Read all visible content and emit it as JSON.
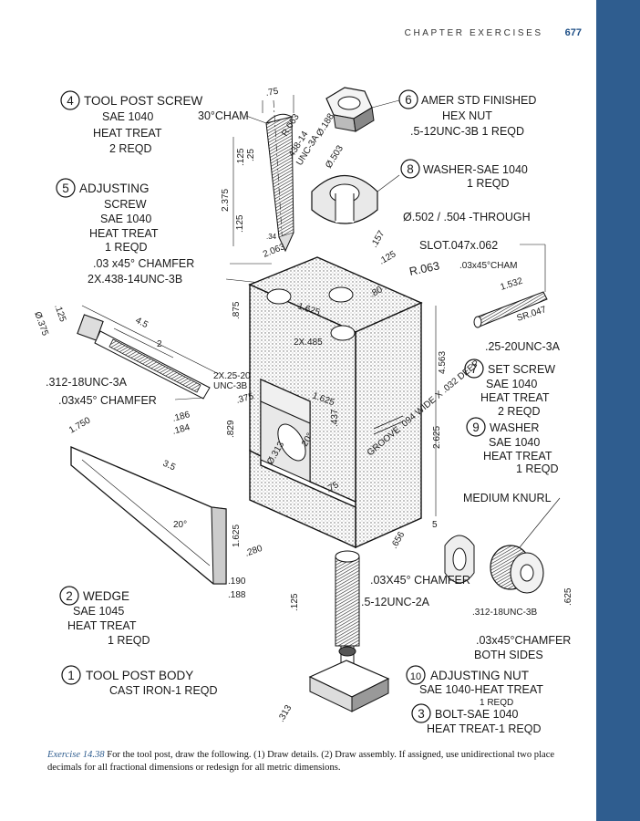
{
  "header": {
    "chapter_label": "CHAPTER EXERCISES",
    "page_number": "677"
  },
  "figure": {
    "callouts": [
      {
        "num": "4",
        "name": "TOOL POST SCREW",
        "specs": [
          "SAE 1040",
          "HEAT TREAT",
          "2 REQD"
        ]
      },
      {
        "num": "6",
        "name": "AMER STD FINISHED",
        "specs": [
          "HEX NUT",
          ".5-12UNC-3B   1 REQD"
        ]
      },
      {
        "num": "8",
        "name": "WASHER-SAE 1040",
        "specs": [
          "1 REQD"
        ]
      },
      {
        "num": "5",
        "name": "ADJUSTING",
        "specs": [
          "SCREW",
          "SAE 1040",
          "HEAT TREAT",
          "1 REQD"
        ]
      },
      {
        "num": "7",
        "name": "SET SCREW",
        "specs": [
          "SAE 1040",
          "HEAT TREAT",
          "2 REQD"
        ]
      },
      {
        "num": "9",
        "name": "WASHER",
        "specs": [
          "SAE 1040",
          "HEAT TREAT",
          "1 REQD"
        ]
      },
      {
        "num": "2",
        "name": "WEDGE",
        "specs": [
          "SAE 1045",
          "HEAT TREAT",
          "1 REQD"
        ]
      },
      {
        "num": "1",
        "name": "TOOL POST BODY",
        "specs": [
          "CAST IRON-1 REQD"
        ]
      },
      {
        "num": "10",
        "name": "ADJUSTING NUT",
        "specs": [
          "SAE 1040-HEAT TREAT",
          "1 REQD"
        ]
      },
      {
        "num": "3",
        "name": "BOLT-SAE 1040",
        "specs": [
          "HEAT TREAT-1 REQD"
        ]
      }
    ],
    "notes": {
      "cham30": "30°CHAM",
      "dim75": ".75",
      "r063": "R.063",
      "thread438": ".438-14",
      "unc3a": "UNC-3A",
      "d188": "Ø.188",
      "d503": "Ø.503",
      "dim125": ".125",
      "dim25": ".25",
      "dim2375": "2.375",
      "dim125b": ".125",
      "dim34": ".34",
      "dim157": ".157",
      "thru": "Ø.502 / .504 -THROUGH",
      "slot": "SLOT.047x.062",
      "chamfer03_screw": ".03 x45° CHAMFER",
      "thread2x438": "2X.438-14UNC-3B",
      "dim2063": "2.063",
      "dim125c": ".125",
      "r063b": "R.063",
      "cham03x45": ".03x45°CHAM",
      "dim1532": "1.532",
      "sr047": "SR.047",
      "thread25": ".25-20UNC-3A",
      "d375": "Ø.375",
      "dim125d": ".125",
      "dim45": "4.5",
      "dim2": "2",
      "thread312a": ".312-18UNC-3A",
      "chamfer03b": ".03x45° CHAMFER",
      "thread2x25": "2X.25-20",
      "unc3b": "UNC-3B",
      "dim375": ".375",
      "dim1625": "1.625",
      "dim875": ".875",
      "dim2x485": "2X.485",
      "dim80": ".80",
      "dim1625b": "1.625",
      "dim4563": "4.563",
      "dim2625": "2.625",
      "dim437": ".437",
      "groove": "GROOVE .094 WIDE X .032 DEEP",
      "dim186": ".186",
      "dim184": ".184",
      "dim1750": "1.750",
      "dim35": "3.5",
      "dim829": ".829",
      "d313": "Ø.313",
      "dim20deg": "20°",
      "dim75b": ".75",
      "dim20deg2": "20°",
      "dim1625c": "1.625",
      "dim280": ".280",
      "dim190": ".190",
      "dim188": ".188",
      "knurl": "MEDIUM KNURL",
      "dim656": ".656",
      "dim5": "5",
      "chamfer03c": ".03X45° CHAMFER",
      "thread5": ".5-12UNC-2A",
      "dim125e": ".125",
      "thread312b": ".312-18UNC-3B",
      "chamfer03d": ".03x45°CHAMFER",
      "both": "BOTH SIDES",
      "dim313": ".313",
      "dim625": ".625"
    }
  },
  "caption": {
    "exercise": "Exercise 14.38",
    "text": " For the tool post, draw the following. (1) Draw details. (2) Draw assembly. If assigned, use unidirectional two place decimals for all fractional dimensions or redesign for all metric dimensions."
  },
  "colors": {
    "sidebar": "#2f5d8f",
    "page_number": "#1e4f86",
    "exercise_label": "#2f5d8f"
  }
}
